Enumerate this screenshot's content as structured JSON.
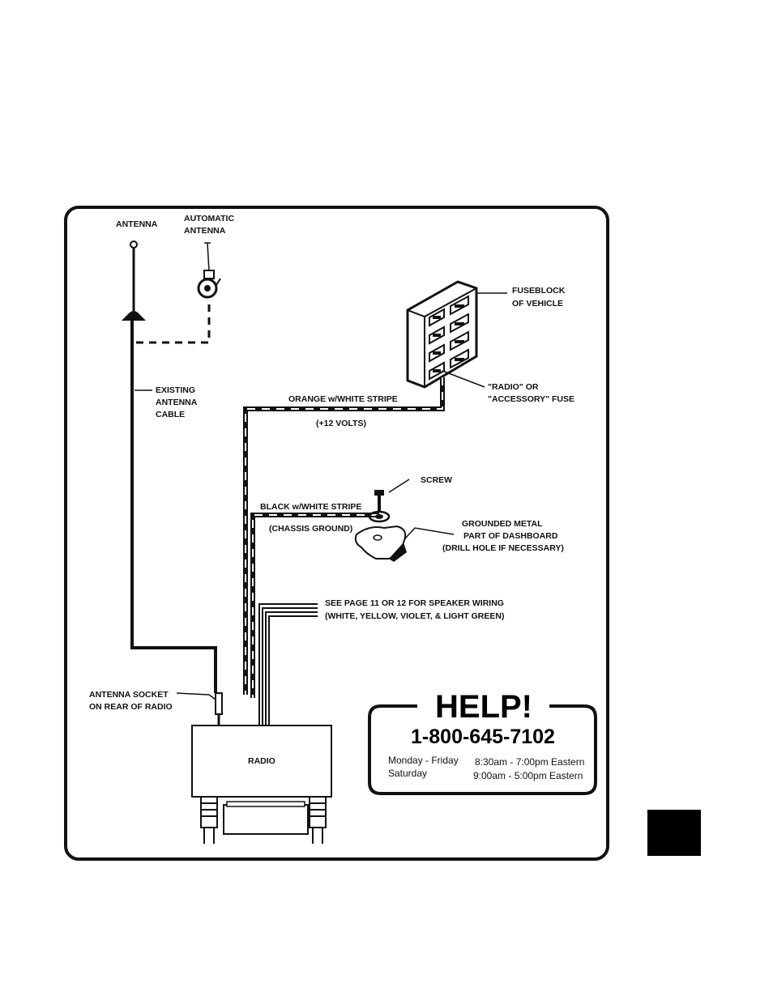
{
  "labels": {
    "antenna": "ANTENNA",
    "automatic_antenna_line1": "AUTOMATIC",
    "automatic_antenna_line2": "ANTENNA",
    "fuseblock_line1": "FUSEBLOCK",
    "fuseblock_line2": "OF VEHICLE",
    "radio_fuse_line1": "\"RADIO\" OR",
    "radio_fuse_line2": "\"ACCESSORY\" FUSE",
    "existing_cable_line1": "EXISTING",
    "existing_cable_line2": "ANTENNA",
    "existing_cable_line3": "CABLE",
    "orange_wire": "ORANGE w/WHITE STRIPE",
    "plus12": "(+12 VOLTS)",
    "screw": "SCREW",
    "black_wire": "BLACK w/WHITE STRIPE",
    "chassis_ground": "(CHASSIS GROUND)",
    "grounded_line1": "GROUNDED METAL",
    "grounded_line2": "PART OF DASHBOARD",
    "grounded_line3": "(DRILL HOLE IF NECESSARY)",
    "speaker_line1": "SEE PAGE 11 OR 12  FOR SPEAKER WIRING",
    "speaker_line2": "(WHITE,  YELLOW, VIOLET,  &  LIGHT GREEN)",
    "antenna_socket_line1": "ANTENNA SOCKET",
    "antenna_socket_line2": "ON REAR OF RADIO",
    "radio": "RADIO"
  },
  "help": {
    "title": "HELP!",
    "phone": "1-800-645-7102",
    "weekday_label": "Monday - Friday",
    "weekday_hours": "8:30am - 7:00pm Eastern",
    "saturday_label": "Saturday",
    "saturday_hours": "9:00am - 5:00pm Eastern"
  },
  "colors": {
    "ink": "#111111",
    "paper": "#ffffff",
    "page_tab": "#000000"
  }
}
